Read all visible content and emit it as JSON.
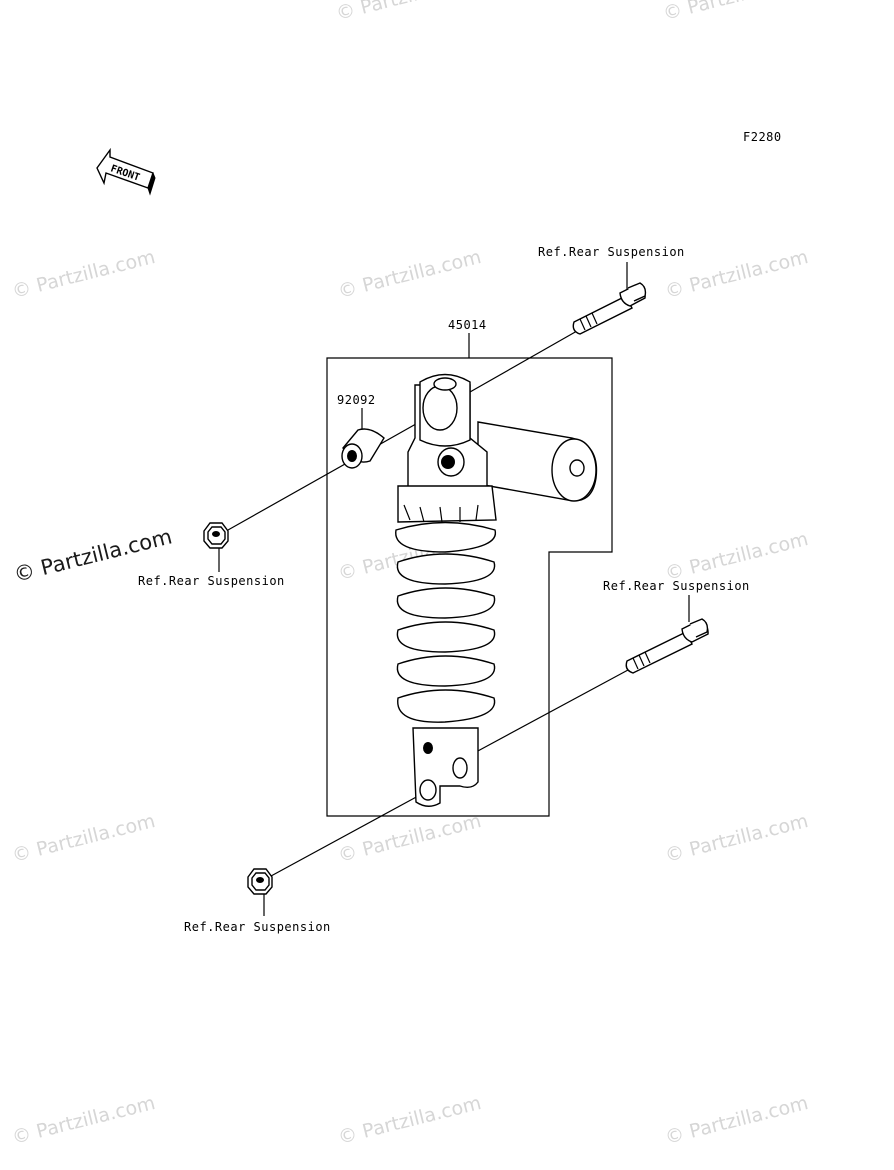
{
  "figure_code": "F2280",
  "front_arrow": {
    "text": "FRONT"
  },
  "watermark": {
    "text": "© Partzilla.com"
  },
  "parts": {
    "shock_absorber": {
      "number": "45014"
    },
    "collar": {
      "number": "92092"
    }
  },
  "references": {
    "upper_bolt": "Ref.Rear Suspension",
    "upper_nut": "Ref.Rear Suspension",
    "lower_bolt": "Ref.Rear Suspension",
    "lower_nut": "Ref.Rear Suspension"
  }
}
